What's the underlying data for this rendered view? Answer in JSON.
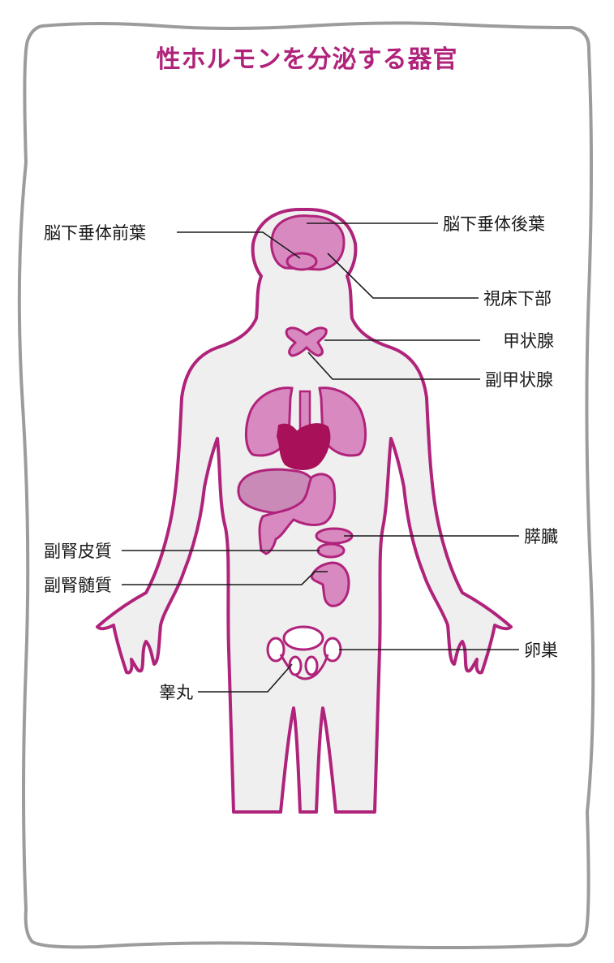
{
  "title": "性ホルモンを分泌する器官",
  "colors": {
    "outline": "#b0237b",
    "body_fill": "#efefef",
    "organ_fill": "#d889c0",
    "organ_light": "#c98ab8",
    "heart": "#a8105a",
    "frame": "#9c9c9c",
    "title": "#b0237b"
  },
  "labels": {
    "pituitary_anterior": "脳下垂体前葉",
    "pituitary_posterior": "脳下垂体後葉",
    "hypothalamus": "視床下部",
    "thyroid": "甲状腺",
    "parathyroid": "副甲状腺",
    "pancreas": "膵臓",
    "adrenal_cortex": "副腎皮質",
    "adrenal_medulla": "副腎髄質",
    "ovary": "卵巣",
    "testis": "睾丸"
  }
}
